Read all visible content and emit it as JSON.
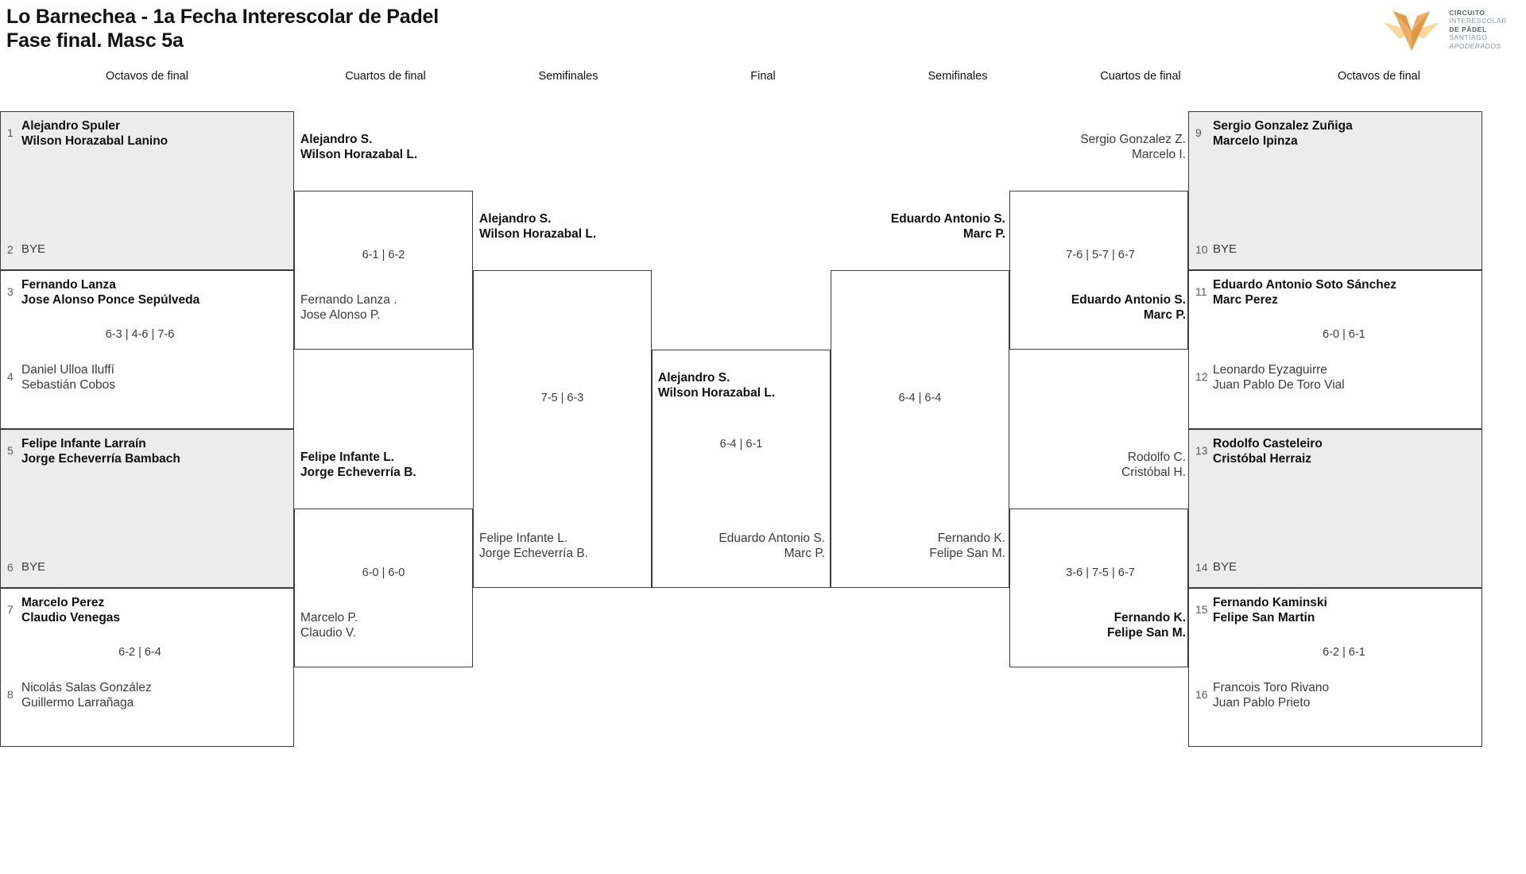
{
  "header": {
    "title_line1": "Lo Barnechea - 1a Fecha Interescolar de Padel",
    "title_line2": "Fase final. Masc 5a",
    "logo": {
      "icon": "circuito-star-logo",
      "line1": "CIRCUITO",
      "line2": "INTERESCOLAR",
      "line3": "DE PÁDEL",
      "line4": "SANTIAGO",
      "line5": "APODERADOS",
      "color_dark": "#E09A45",
      "color_mid": "#EBAE62",
      "color_light": "#FAD79A"
    }
  },
  "round_headings": {
    "left_octavos": "Octavos de final",
    "left_cuartos": "Cuartos de final",
    "left_semis": "Semifinales",
    "final": "Final",
    "right_semis": "Semifinales",
    "right_cuartos": "Cuartos de final",
    "right_octavos": "Octavos de final"
  },
  "left_octavos": [
    {
      "seed": "1",
      "p1": "Alejandro Spuler",
      "p2": "Wilson Horazabal Lanino",
      "result": "win",
      "shaded": true
    },
    {
      "seed": "2",
      "p1": "BYE",
      "p2": "",
      "result": "bye",
      "shaded": true
    },
    {
      "seed": "3",
      "p1": "Fernando Lanza",
      "p2": "Jose Alonso Ponce Sepúlveda",
      "result": "win",
      "shaded": false
    },
    {
      "seed": "4",
      "p1": "Daniel Ulloa Iluffí",
      "p2": "Sebastián Cobos",
      "result": "lose",
      "shaded": false
    },
    {
      "seed": "5",
      "p1": "Felipe Infante Larraín",
      "p2": "Jorge Echeverría Bambach",
      "result": "win",
      "shaded": true
    },
    {
      "seed": "6",
      "p1": "BYE",
      "p2": "",
      "result": "bye",
      "shaded": true
    },
    {
      "seed": "7",
      "p1": "Marcelo Perez",
      "p2": "Claudio Venegas",
      "result": "win",
      "shaded": false
    },
    {
      "seed": "8",
      "p1": "Nicolás Salas González",
      "p2": "Guillermo Larrañaga",
      "result": "lose",
      "shaded": false
    }
  ],
  "left_octavos_scores": [
    {
      "id": "match-3-4",
      "value": "6-3 | 4-6 | 7-6"
    },
    {
      "id": "match-7-8",
      "value": "6-2 | 6-4"
    }
  ],
  "left_cuartos": [
    {
      "p1": "Alejandro S.",
      "p2": "Wilson Horazabal L.",
      "result": "win"
    },
    {
      "p1": "Fernando Lanza .",
      "p2": "Jose Alonso P.",
      "result": "lose"
    },
    {
      "p1": "Felipe Infante L.",
      "p2": "Jorge Echeverría B.",
      "result": "win"
    },
    {
      "p1": "Marcelo P.",
      "p2": "Claudio V.",
      "result": "lose"
    }
  ],
  "left_cuartos_scores": [
    {
      "id": "qf-top",
      "value": "6-1 | 6-2"
    },
    {
      "id": "qf-bottom",
      "value": "6-0 | 6-0"
    }
  ],
  "left_semis": [
    {
      "p1": "Alejandro S.",
      "p2": "Wilson Horazabal L.",
      "result": "win"
    },
    {
      "p1": "Felipe Infante L.",
      "p2": "Jorge Echeverría B.",
      "result": "lose"
    }
  ],
  "left_semis_score": "7-5 | 6-3",
  "final": {
    "champion": {
      "p1": "Alejandro S.",
      "p2": "Wilson Horazabal L.",
      "result": "win"
    },
    "runner_up": {
      "p1": "Eduardo Antonio S.",
      "p2": "Marc P.",
      "result": "lose"
    },
    "score": "6-4 | 6-1"
  },
  "right_semis": [
    {
      "p1": "Eduardo Antonio S.",
      "p2": "Marc P.",
      "result": "win"
    },
    {
      "p1": "Fernando K.",
      "p2": "Felipe San M.",
      "result": "lose"
    }
  ],
  "right_semis_score": "6-4 | 6-4",
  "right_cuartos": [
    {
      "p1": "Sergio Gonzalez Z.",
      "p2": "Marcelo I.",
      "result": "lose"
    },
    {
      "p1": "Eduardo Antonio S.",
      "p2": "Marc P.",
      "result": "win"
    },
    {
      "p1": "Rodolfo C.",
      "p2": "Cristóbal H.",
      "result": "lose"
    },
    {
      "p1": "Fernando K.",
      "p2": "Felipe San M.",
      "result": "win"
    }
  ],
  "right_cuartos_scores": [
    {
      "id": "qf-top",
      "value": "7-6 | 5-7 | 6-7"
    },
    {
      "id": "qf-bottom",
      "value": "3-6 | 7-5 | 6-7"
    }
  ],
  "right_octavos": [
    {
      "seed": "9",
      "p1": "Sergio Gonzalez Zuñiga",
      "p2": "Marcelo Ipinza",
      "result": "win",
      "shaded": true
    },
    {
      "seed": "10",
      "p1": "BYE",
      "p2": "",
      "result": "bye",
      "shaded": true
    },
    {
      "seed": "11",
      "p1": "Eduardo Antonio Soto Sánchez",
      "p2": "Marc Perez",
      "result": "win",
      "shaded": false
    },
    {
      "seed": "12",
      "p1": "Leonardo Eyzaguirre",
      "p2": "Juan Pablo De Toro Vial",
      "result": "lose",
      "shaded": false
    },
    {
      "seed": "13",
      "p1": "Rodolfo Casteleiro",
      "p2": "Cristóbal Herraiz",
      "result": "win",
      "shaded": true
    },
    {
      "seed": "14",
      "p1": "BYE",
      "p2": "",
      "result": "bye",
      "shaded": true
    },
    {
      "seed": "15",
      "p1": "Fernando Kaminski",
      "p2": "Felipe San Martin",
      "result": "win",
      "shaded": false
    },
    {
      "seed": "16",
      "p1": "Francois Toro Rivano",
      "p2": "Juan Pablo Prieto",
      "result": "lose",
      "shaded": false
    }
  ],
  "right_octavos_scores": [
    {
      "id": "match-11-12",
      "value": "6-0 | 6-1"
    },
    {
      "id": "match-15-16",
      "value": "6-2 | 6-1"
    }
  ]
}
